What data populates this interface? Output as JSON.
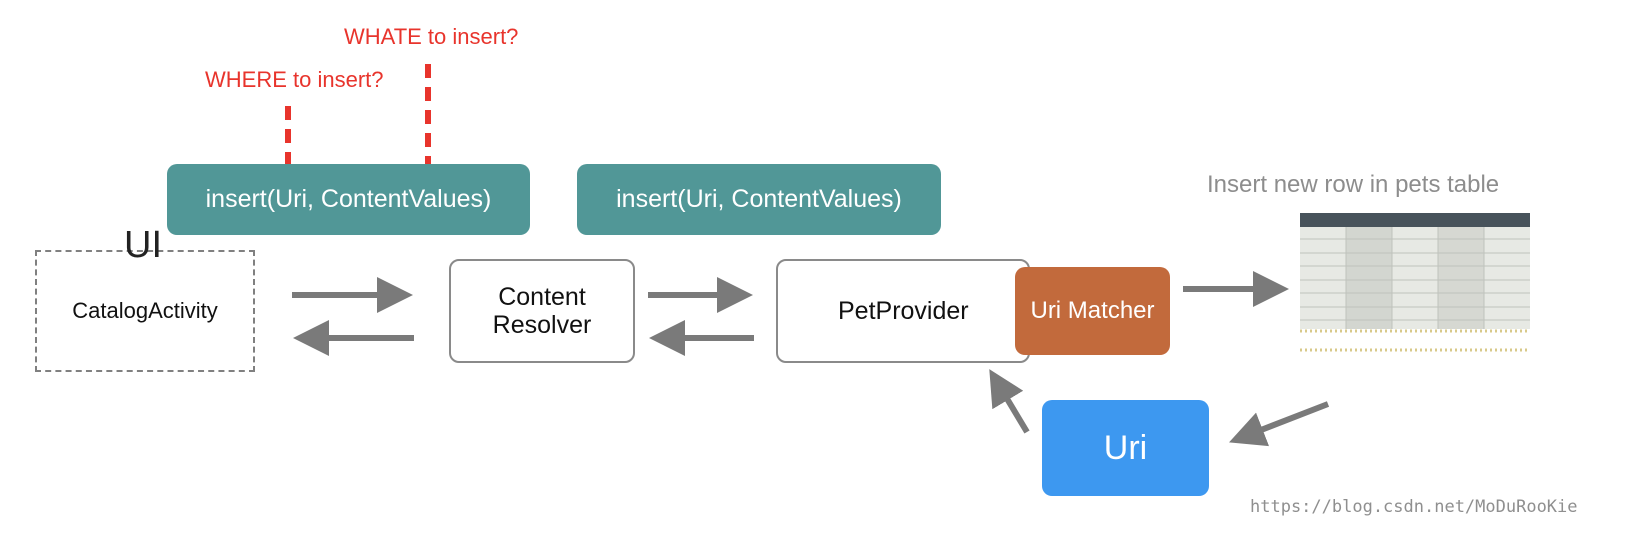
{
  "annotations": {
    "what": "WHATE to insert?",
    "where": "WHERE to insert?"
  },
  "method_labels": {
    "resolver_insert": "insert(Uri, ContentValues)",
    "provider_insert": "insert(Uri, ContentValues)"
  },
  "nodes": {
    "ui_label": "UI",
    "catalog_activity": "CatalogActivity",
    "content_resolver_line1": "Content",
    "content_resolver_line2": "Resolver",
    "pet_provider": "PetProvider",
    "uri_matcher": "Uri Matcher",
    "uri": "Uri"
  },
  "table": {
    "caption": "Insert new row in pets table"
  },
  "watermark": "https://blog.csdn.net/MoDuRooKie",
  "colors": {
    "annotation_red": "#e8342c",
    "teal": "#519797",
    "matcher_orange": "#c26a3c",
    "uri_blue": "#3d98f0",
    "arrow_gray": "#7a7a7a"
  }
}
